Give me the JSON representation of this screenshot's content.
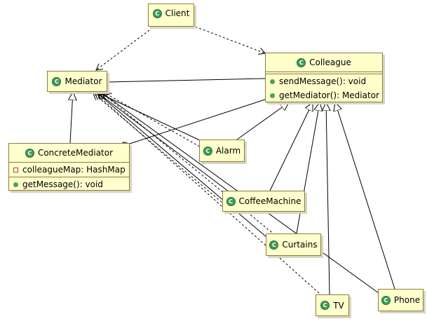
{
  "classes": {
    "client": {
      "name": "Client"
    },
    "mediator": {
      "name": "Mediator"
    },
    "colleague": {
      "name": "Colleague",
      "methods": [
        "sendMessage(): void",
        "getMediator(): Mediator"
      ]
    },
    "concrete_mediator": {
      "name": "ConcreteMediator",
      "attributes": [
        "colleagueMap: HashMap"
      ],
      "methods": [
        "getMessage(): void"
      ]
    },
    "alarm": {
      "name": "Alarm"
    },
    "coffee_machine": {
      "name": "CoffeeMachine"
    },
    "curtains": {
      "name": "Curtains"
    },
    "tv": {
      "name": "TV"
    },
    "phone": {
      "name": "Phone"
    }
  },
  "icons": {
    "class_badge": "class-c-icon",
    "public_method": "green-dot-icon",
    "private_attribute": "red-square-icon"
  },
  "colors": {
    "class_fill": "#ffffcc",
    "class_border": "#8c7c3e",
    "badge": "#3f9b55",
    "line": "#000000"
  }
}
